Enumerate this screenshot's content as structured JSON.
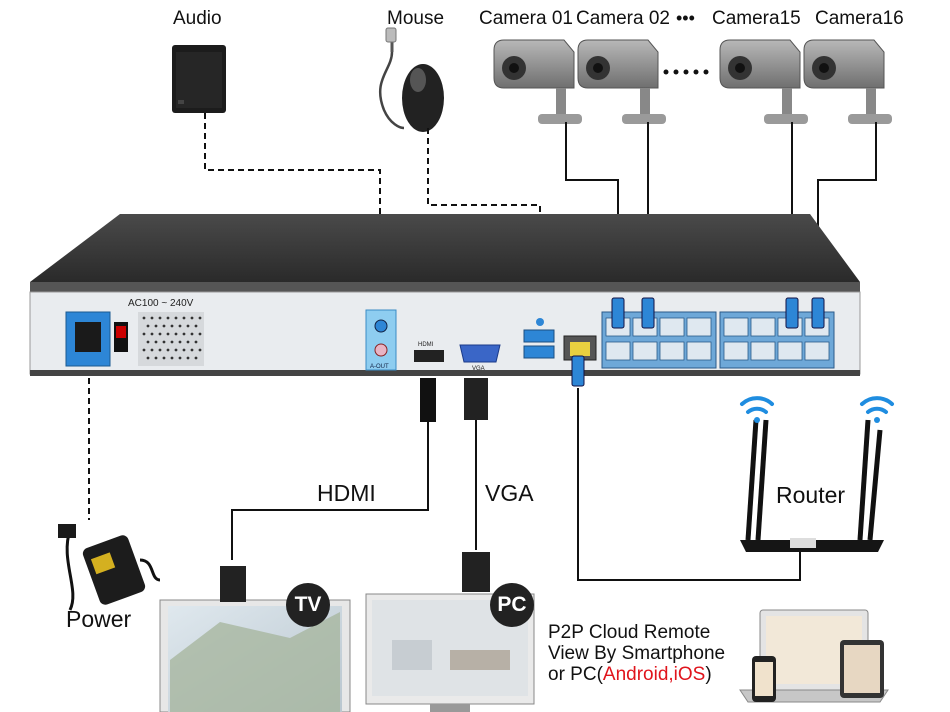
{
  "labels": {
    "audio": "Audio",
    "mouse": "Mouse",
    "camera_01": "Camera 01",
    "camera_02": "Camera 02",
    "camera_15": "Camera15",
    "camera_16": "Camera16",
    "hdmi": "HDMI",
    "vga": "VGA",
    "router": "Router",
    "power": "Power",
    "tv": "TV",
    "pc": "PC"
  },
  "panel": {
    "voltage": "AC100 ~ 240V",
    "audio_out": "A-OUT",
    "hdmi_port": "HDMI",
    "vga_port": "VGA"
  },
  "p2p": {
    "line1": "P2P Cloud Remote",
    "line2": "View By Smartphone",
    "line3_prefix": "or PC(",
    "line3_highlight": "Android,iOS",
    "line3_suffix": ")"
  },
  "colors": {
    "nvr_body": "#3a3a3a",
    "panel": "#e9ecef",
    "ethernet": "#2d86d6",
    "highlight": "#e0141c",
    "wifi": "#1f8de0"
  },
  "icons": [
    "speaker-icon",
    "mouse-icon",
    "camera-icon",
    "router-icon",
    "power-adapter-icon",
    "tv-icon",
    "monitor-icon",
    "wifi-icon",
    "phone-icon",
    "tablet-icon",
    "laptop-icon"
  ]
}
